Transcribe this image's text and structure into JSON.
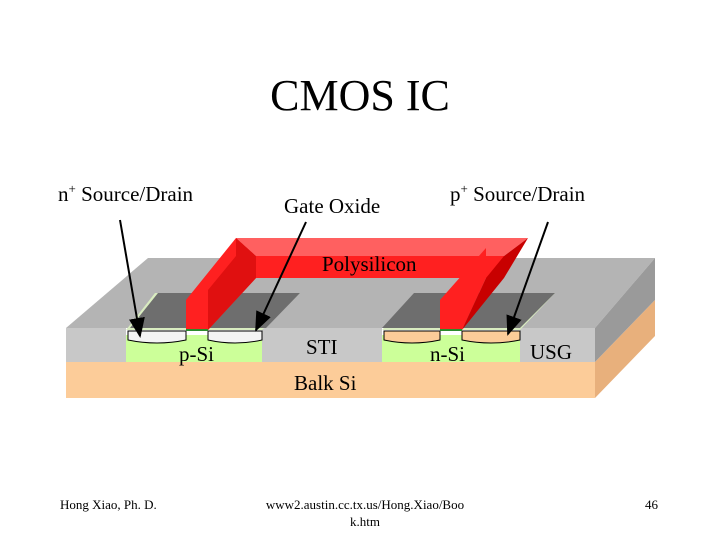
{
  "slide": {
    "title": "CMOS IC",
    "footer": {
      "author": "Hong Xiao, Ph. D.",
      "url_line1": "www2.austin.cc.tx.us/Hong.Xiao/Boo",
      "url_line2": "k.htm",
      "page_number": "46"
    }
  },
  "labels": {
    "n_source_drain": {
      "sup": "+",
      "prefix": "n",
      "text": " Source/Drain"
    },
    "gate_oxide": "Gate Oxide",
    "p_source_drain": {
      "sup": "+",
      "prefix": "p",
      "text": " Source/Drain"
    },
    "polysilicon": "Polysilicon",
    "p_si": "p-Si",
    "sti": "STI",
    "n_si": "n-Si",
    "usg": "USG",
    "balk_si": "Balk Si"
  },
  "colors": {
    "substrate": "#fccc99",
    "well": "#ccff99",
    "usg_light": "#c8c8c8",
    "usg_top": "#b4b4b4",
    "usg_side": "#9a9a9a",
    "gate_pad": "#6e6e6e",
    "poly_red": "#ff2020",
    "poly_dark": "#c80000"
  }
}
